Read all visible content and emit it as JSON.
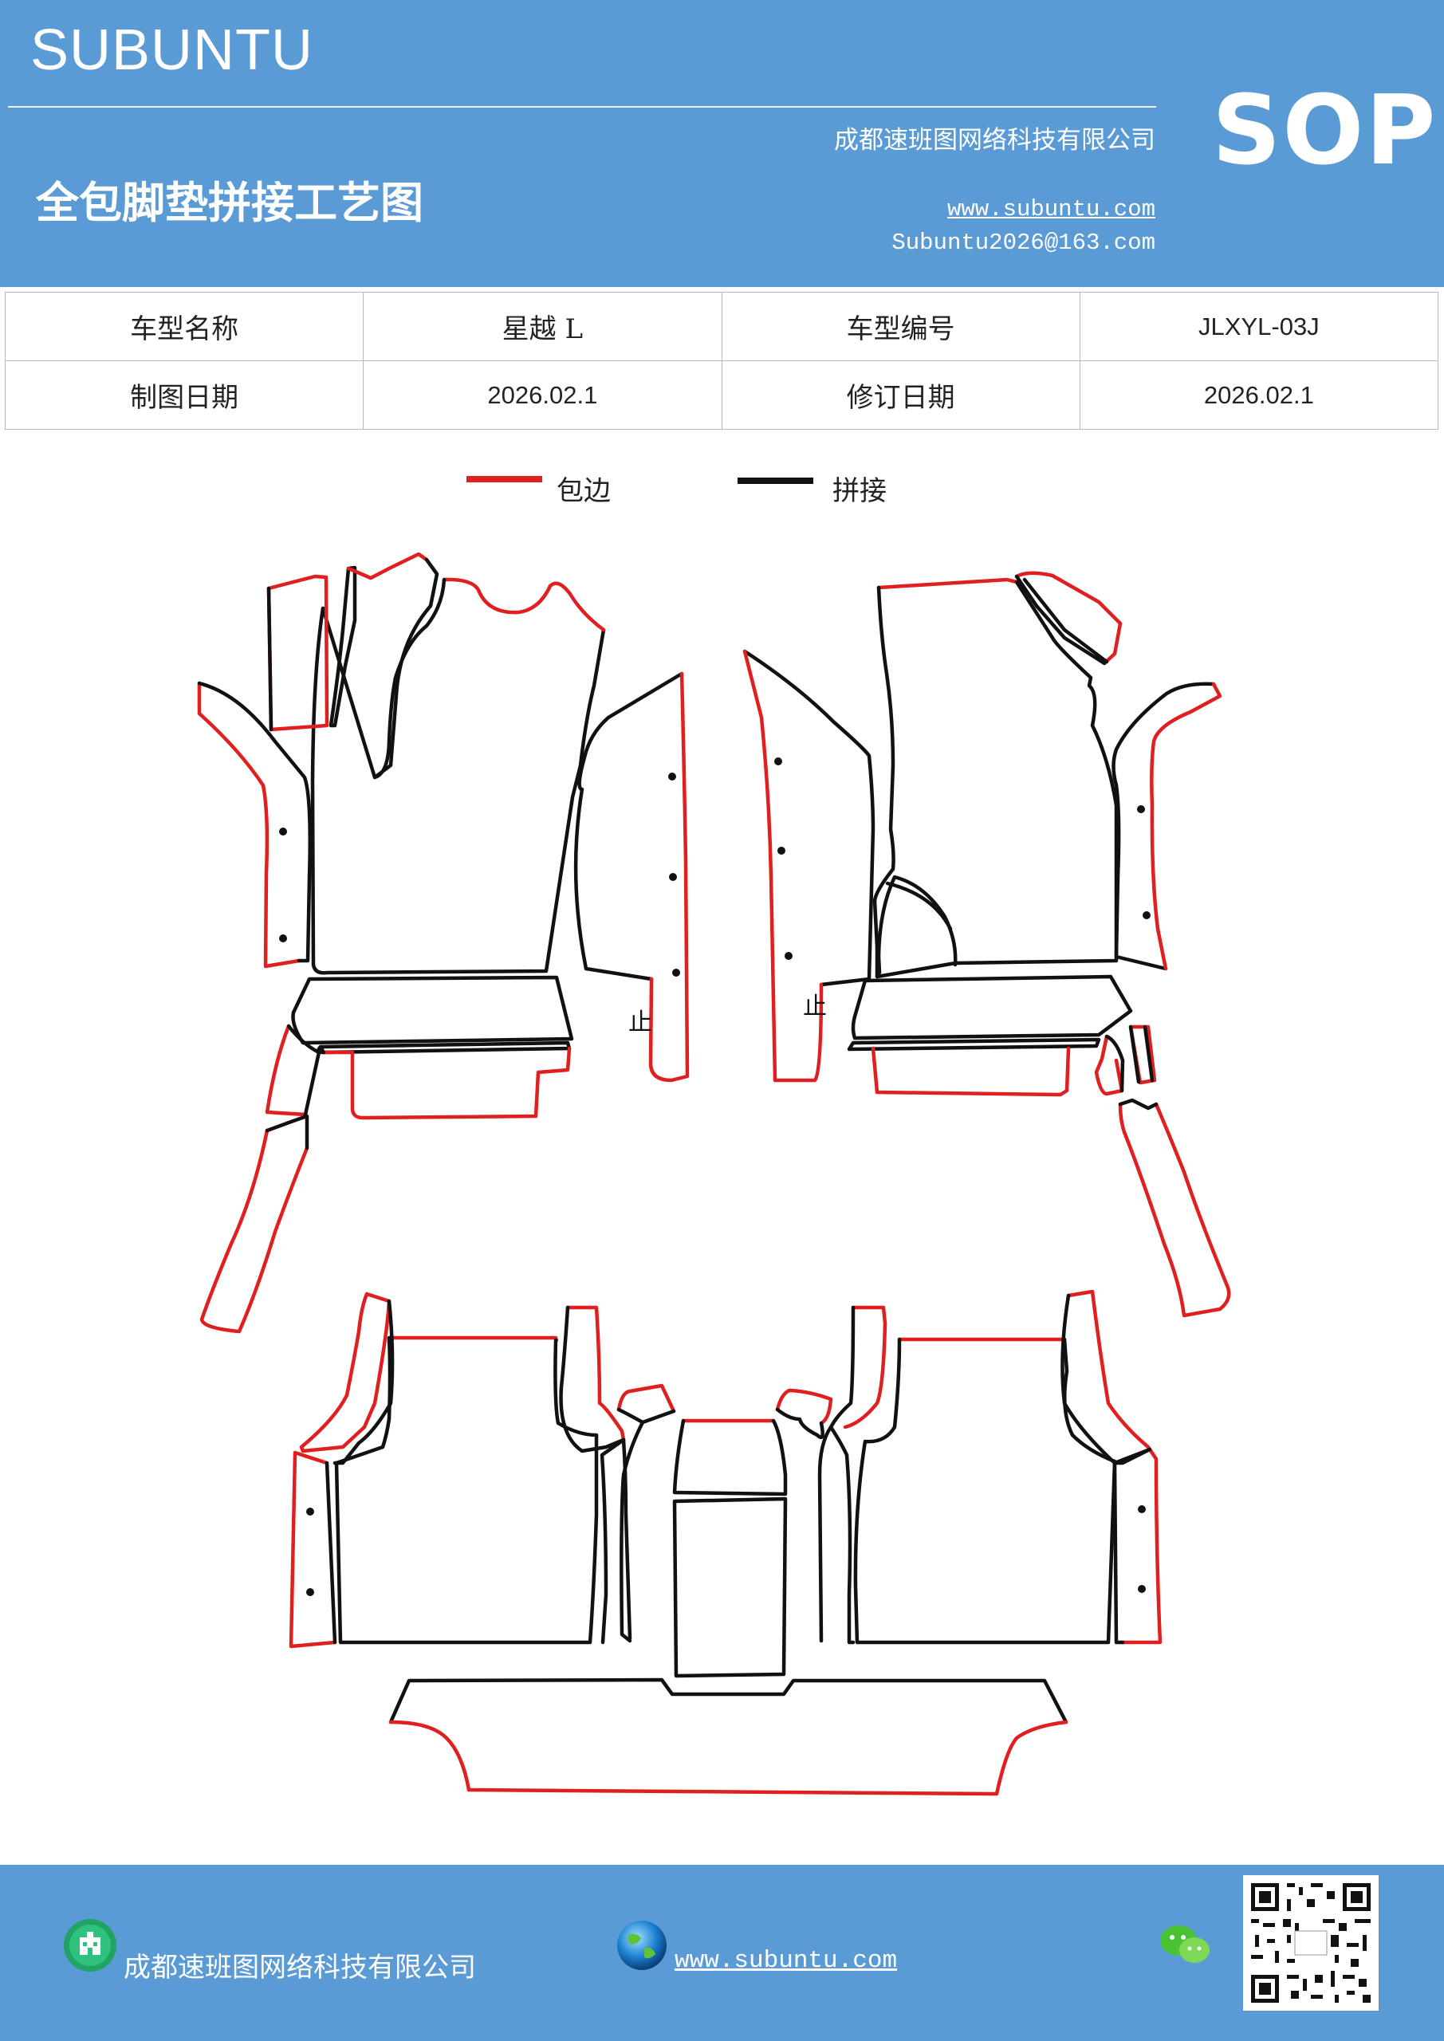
{
  "header": {
    "brand": "SUBUNTU",
    "sop": "SOP",
    "company": "成都速班图网络科技有限公司",
    "title": "全包脚垫拼接工艺图",
    "website": "www.subuntu.com",
    "email": "Subuntu2026@163.com"
  },
  "info": {
    "model_name_label": "车型名称",
    "model_name": "星越 L",
    "model_code_label": "车型编号",
    "model_code": "JLXYL-03J",
    "draw_date_label": "制图日期",
    "draw_date": "2026.02.1",
    "revise_date_label": "修订日期",
    "revise_date": "2026.02.1"
  },
  "legend": {
    "edge_label": "包边",
    "edge_color": "#e02020",
    "join_label": "拼接",
    "join_color": "#111111"
  },
  "drawing": {
    "marker_left": "止",
    "marker_right": "止"
  },
  "footer": {
    "company": "成都速班图网络科技有限公司",
    "website": "www.subuntu.com ",
    "icons": [
      "building-icon",
      "globe-icon",
      "wechat-icon",
      "qr-code"
    ]
  }
}
